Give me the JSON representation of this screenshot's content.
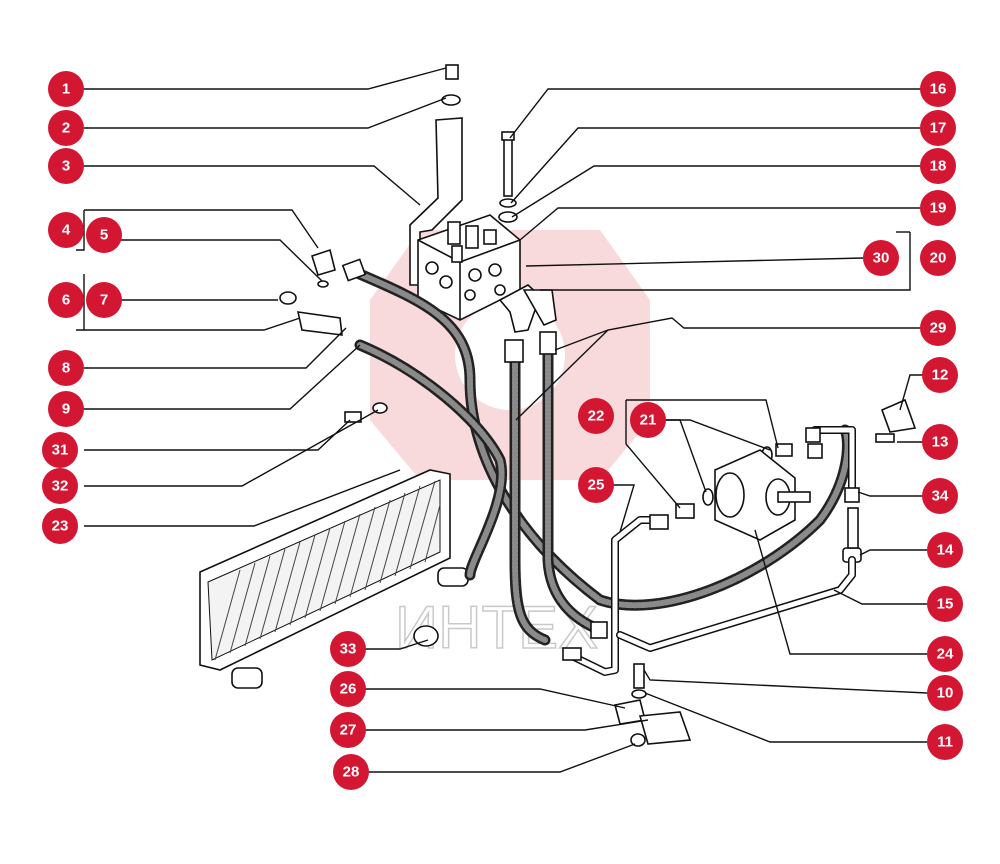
{
  "diagram": {
    "badge_color": "#d31632",
    "watermark_text": "ИНТЕХ",
    "callouts": [
      "1",
      "2",
      "3",
      "4",
      "5",
      "6",
      "7",
      "8",
      "9",
      "10",
      "11",
      "12",
      "13",
      "14",
      "15",
      "16",
      "17",
      "18",
      "19",
      "20",
      "21",
      "22",
      "23",
      "24",
      "25",
      "26",
      "27",
      "28",
      "29",
      "30",
      "31",
      "32",
      "33",
      "34"
    ]
  }
}
